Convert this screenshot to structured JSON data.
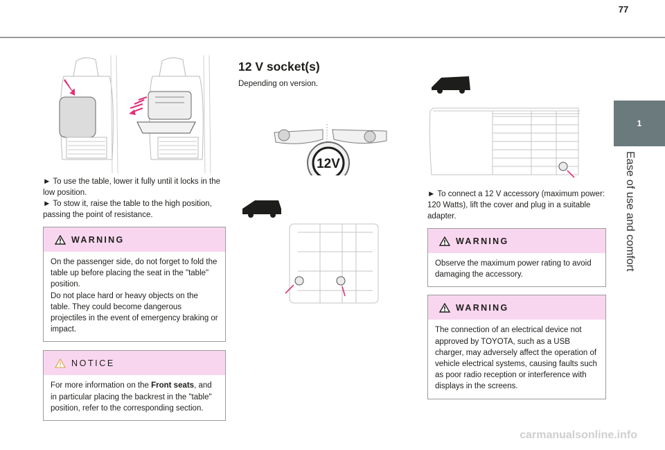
{
  "page": {
    "number": "77"
  },
  "side_tab": {
    "chapter_number": "1",
    "chapter_title": "Ease of use and comfort"
  },
  "col1": {
    "bullets": [
      "► To use the table, lower it fully until it locks in the low position.",
      "► To stow it, raise the table to the high position, passing the point of resistance."
    ],
    "warning": {
      "title": "WARNING",
      "lines": [
        "On the passenger side, do not forget to fold the table up before placing the seat in the \"table\" position.",
        "Do not place hard or heavy objects on the table. They could become dangerous projectiles in the event of emergency braking or impact."
      ]
    },
    "notice": {
      "title": "NOTICE",
      "text_before": "For more information on the ",
      "text_bold": "Front seats",
      "text_after": ", and in particular placing the backrest in the \"table\" position, refer to the corresponding section."
    }
  },
  "col2": {
    "title": "12 V socket(s)",
    "subtitle": "Depending on version.",
    "socket_label": "12V"
  },
  "col3": {
    "bullet": "► To connect a 12 V accessory (maximum power: 120 Watts), lift the cover and plug in a suitable adapter.",
    "warning1": {
      "title": "WARNING",
      "text": "Observe the maximum power rating to avoid damaging the accessory."
    },
    "warning2": {
      "title": "WARNING",
      "text": "The connection of an electrical device not approved by TOYOTA, such as a USB charger, may adversely affect the operation of vehicle electrical systems, causing faults such as poor radio reception or interference with displays in the screens."
    }
  },
  "watermark": {
    "text": "carmanualsonline.info"
  },
  "colors": {
    "accent_pink": "#f9d6ef",
    "arrow_pink": "#e2317a",
    "tab_gray": "#6b7a7c"
  },
  "icons": [
    "warning-triangle-icon",
    "notice-triangle-icon",
    "seat-table-illustration",
    "socket-12v-icon",
    "van-icon",
    "car-topview-illustration"
  ]
}
